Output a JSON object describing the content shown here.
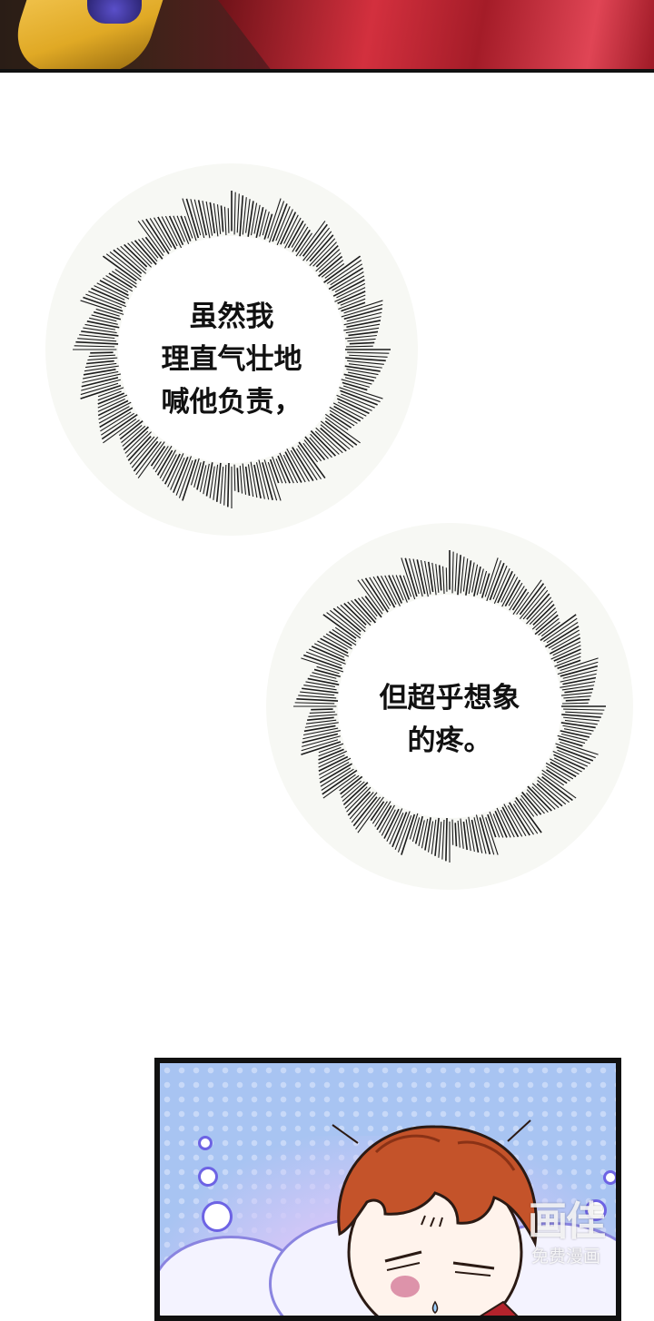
{
  "bubble_1": {
    "text": "虽然我\n理直气壮地\n喊他负责，"
  },
  "bubble_2": {
    "text": "但超乎想象\n的疼。"
  },
  "watermark": {
    "title": "画佳",
    "subtitle": "免费漫画"
  },
  "colors": {
    "panel_sky": "#a8c4f2",
    "hair": "#c4532a",
    "blush": "#d47a9a",
    "bubble_border": "#111111"
  }
}
